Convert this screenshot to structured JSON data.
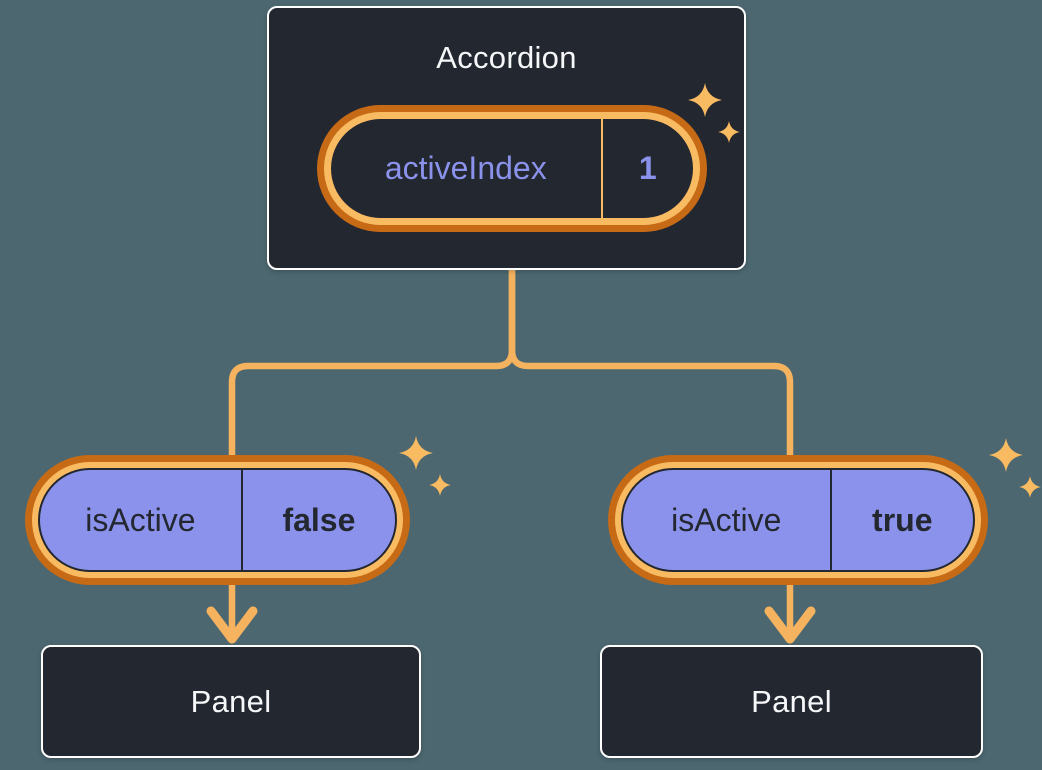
{
  "diagram": {
    "root": {
      "title": "Accordion",
      "state": {
        "name": "activeIndex",
        "value": "1"
      }
    },
    "children": [
      {
        "prop_name": "isActive",
        "prop_value": "false",
        "node_title": "Panel"
      },
      {
        "prop_name": "isActive",
        "prop_value": "true",
        "node_title": "Panel"
      }
    ]
  },
  "icons": {
    "sparkle": "four-point-star"
  },
  "colors": {
    "background": "#4C6770",
    "node_bg": "#23272F",
    "node_border": "#FFFFFF",
    "purple": "#8B92EC",
    "orange_dark": "#C76A15",
    "orange_light": "#F9BB62",
    "connector": "#F5B360",
    "text_light": "#F6F7F9",
    "text_dark": "#23272F"
  }
}
